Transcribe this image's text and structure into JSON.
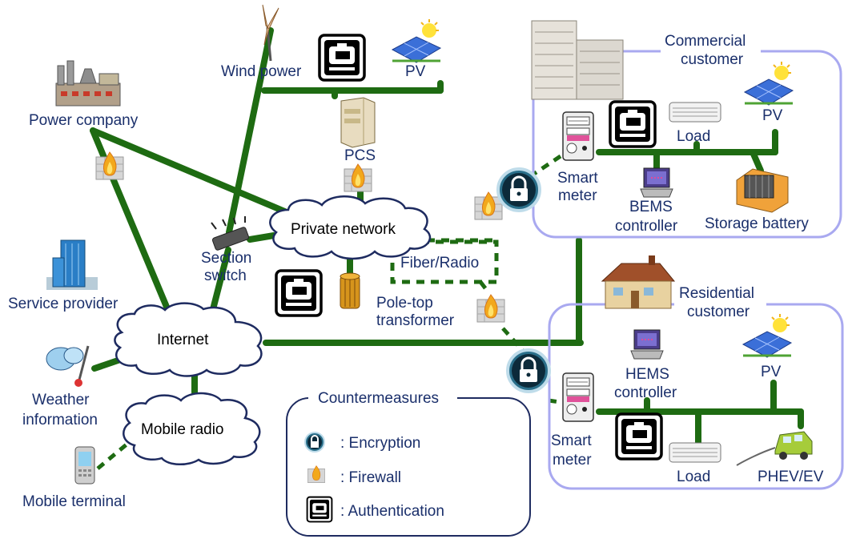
{
  "labels": {
    "wind_power": "Wind power",
    "pv_top": "PV",
    "power_company": "Power company",
    "pcs": "PCS",
    "private_network": "Private network",
    "section_switch_1": "Section",
    "section_switch_2": "switch",
    "fiber_radio": "Fiber/Radio",
    "pole_top_1": "Pole-top",
    "pole_top_2": "transformer",
    "service_provider": "Service provider",
    "internet": "Internet",
    "weather_1": "Weather",
    "weather_2": "information",
    "mobile_radio": "Mobile radio",
    "mobile_terminal": "Mobile terminal",
    "commercial_1": "Commercial",
    "commercial_2": "customer",
    "pv_commercial": "PV",
    "load_commercial": "Load",
    "smart_meter_c1": "Smart",
    "smart_meter_c2": "meter",
    "bems_1": "BEMS",
    "bems_2": "controller",
    "storage_battery": "Storage battery",
    "residential_1": "Residential",
    "residential_2": "customer",
    "hems_1": "HEMS",
    "hems_2": "controller",
    "pv_residential": "PV",
    "smart_meter_r1": "Smart",
    "smart_meter_r2": "meter",
    "load_residential": "Load",
    "phev_ev": "PHEV/EV"
  },
  "legend": {
    "title": "Countermeasures",
    "items": [
      {
        "icon": "lock-icon",
        "label": ": Encryption"
      },
      {
        "icon": "firewall-icon",
        "label": ": Firewall"
      },
      {
        "icon": "authentication-icon",
        "label": ": Authentication"
      }
    ]
  },
  "colors": {
    "line": "#1e6b12",
    "text": "#1a2f6b",
    "customer_box": "#a9a9f0"
  }
}
